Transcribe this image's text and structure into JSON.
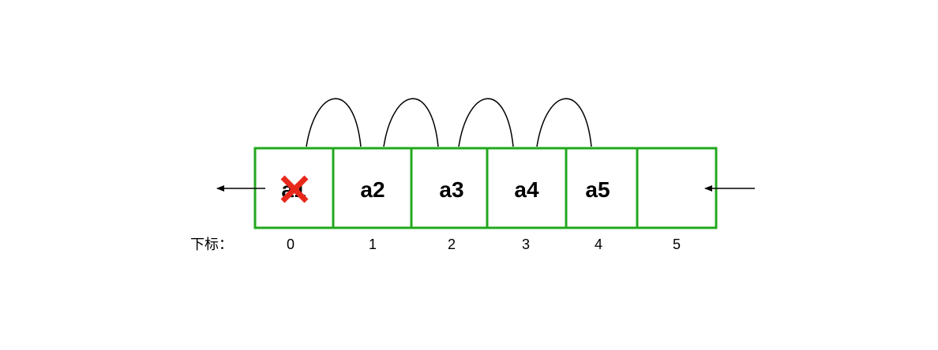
{
  "array": {
    "cells": [
      {
        "value": "a1",
        "removed": true
      },
      {
        "value": "a2",
        "removed": false
      },
      {
        "value": "a3",
        "removed": false
      },
      {
        "value": "a4",
        "removed": false
      },
      {
        "value": "a5",
        "removed": false
      },
      {
        "value": "",
        "removed": false
      }
    ],
    "indices": [
      "0",
      "1",
      "2",
      "3",
      "4",
      "5"
    ],
    "index_label": "下标："
  },
  "colors": {
    "cell_border": "#22a81e",
    "remove_mark": "#e8281b",
    "line": "#000000"
  },
  "icons": {
    "remove_mark": "x-mark-icon",
    "left_arrow": "arrow-left-icon",
    "right_arrow": "arrow-left-icon"
  }
}
